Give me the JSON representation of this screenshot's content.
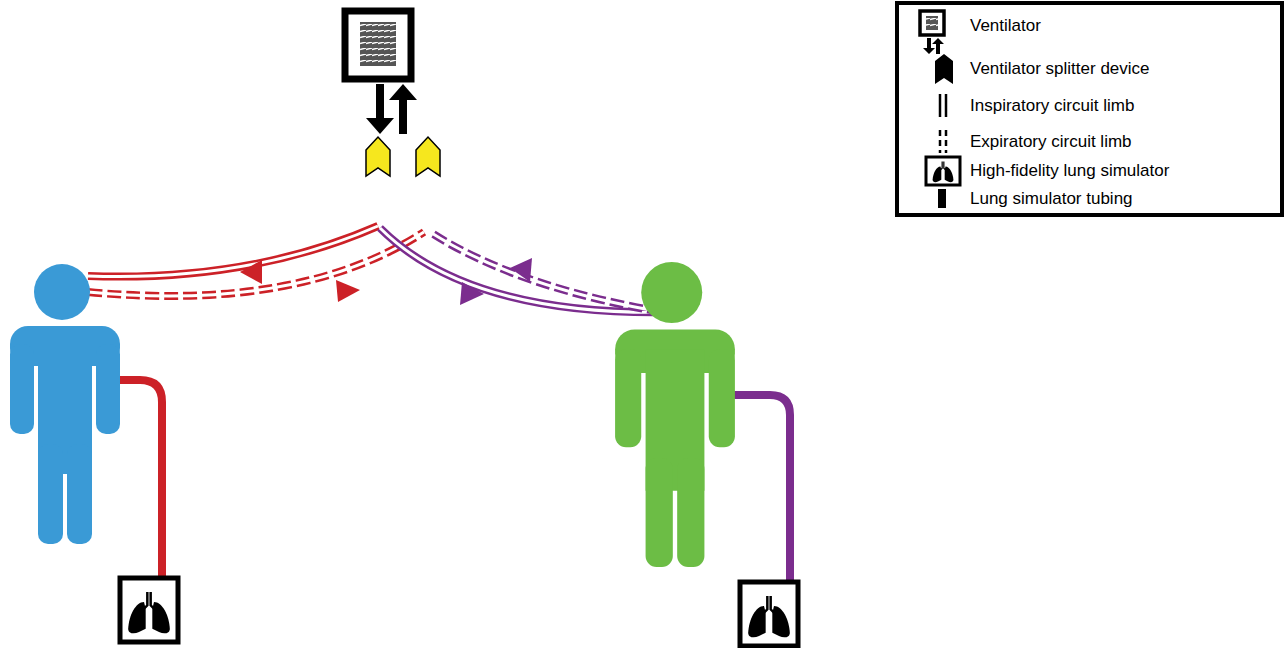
{
  "diagram": {
    "legend": [
      {
        "text": "Ventilator"
      },
      {
        "text": "Ventilator splitter device"
      },
      {
        "text": "Inspiratory circuit limb"
      },
      {
        "text": "Expiratory circuit limb"
      },
      {
        "text": "High-fidelity lung simulator"
      },
      {
        "text": "Lung simulator tubing"
      }
    ]
  }
}
